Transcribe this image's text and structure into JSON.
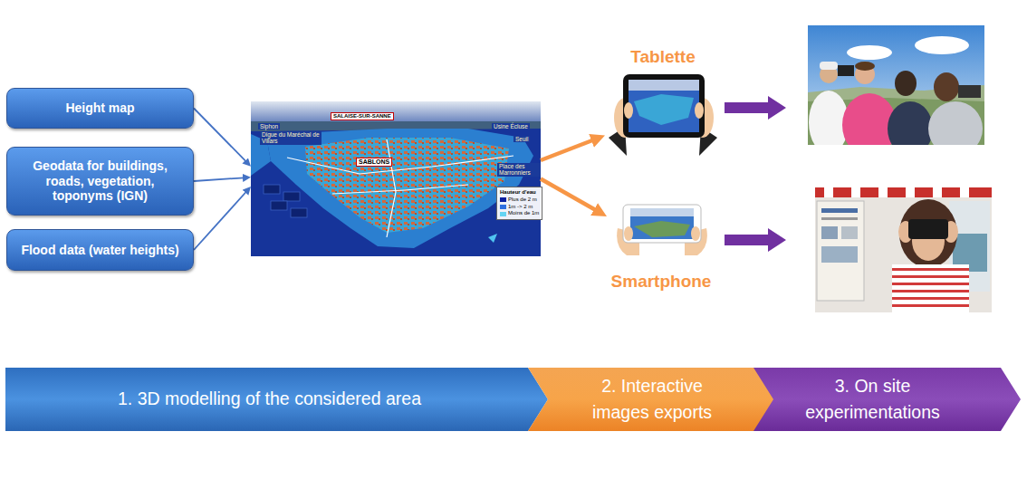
{
  "diagram": {
    "nodes": [
      {
        "text": [
          "Height map"
        ]
      },
      {
        "text": [
          "Geodata for buildings, roads, vegetation, toponyms (IGN)"
        ]
      },
      {
        "text": [
          "Flood data (water heights)"
        ]
      },
      {
        "text": [
          "SALAISE-SUR-SANNE",
          "Siphon",
          "Digue du Maréchal de Villars",
          "SABLONS",
          "Usine Écluse",
          "Seuil",
          "Place des Marronniers"
        ]
      },
      {
        "text": [
          "Tablette"
        ]
      },
      {
        "text": [
          "Smartphone"
        ]
      },
      {
        "text": [
          "1. 3D modelling of the considered area"
        ]
      },
      {
        "text": [
          "2. Interactive images exports"
        ]
      },
      {
        "text": [
          "3. On site experimentations"
        ]
      }
    ],
    "edges": [
      {
        "from": 0,
        "to": 3,
        "arrow": "to"
      },
      {
        "from": 1,
        "to": 3,
        "arrow": "to"
      },
      {
        "from": 2,
        "to": 3,
        "arrow": "to"
      },
      {
        "from": 3,
        "to": 4,
        "arrow": "to"
      },
      {
        "from": 3,
        "to": 5,
        "arrow": "to"
      }
    ],
    "labels": [
      "Hauteur d'eau"
    ],
    "legend": [
      {
        "text": "Plus de 2 m",
        "color": "#0b1fa0"
      },
      {
        "text": "1m -> 2 m",
        "color": "#2f6fe0"
      },
      {
        "text": "Moins de 1m",
        "color": "#63d4f2"
      }
    ]
  }
}
